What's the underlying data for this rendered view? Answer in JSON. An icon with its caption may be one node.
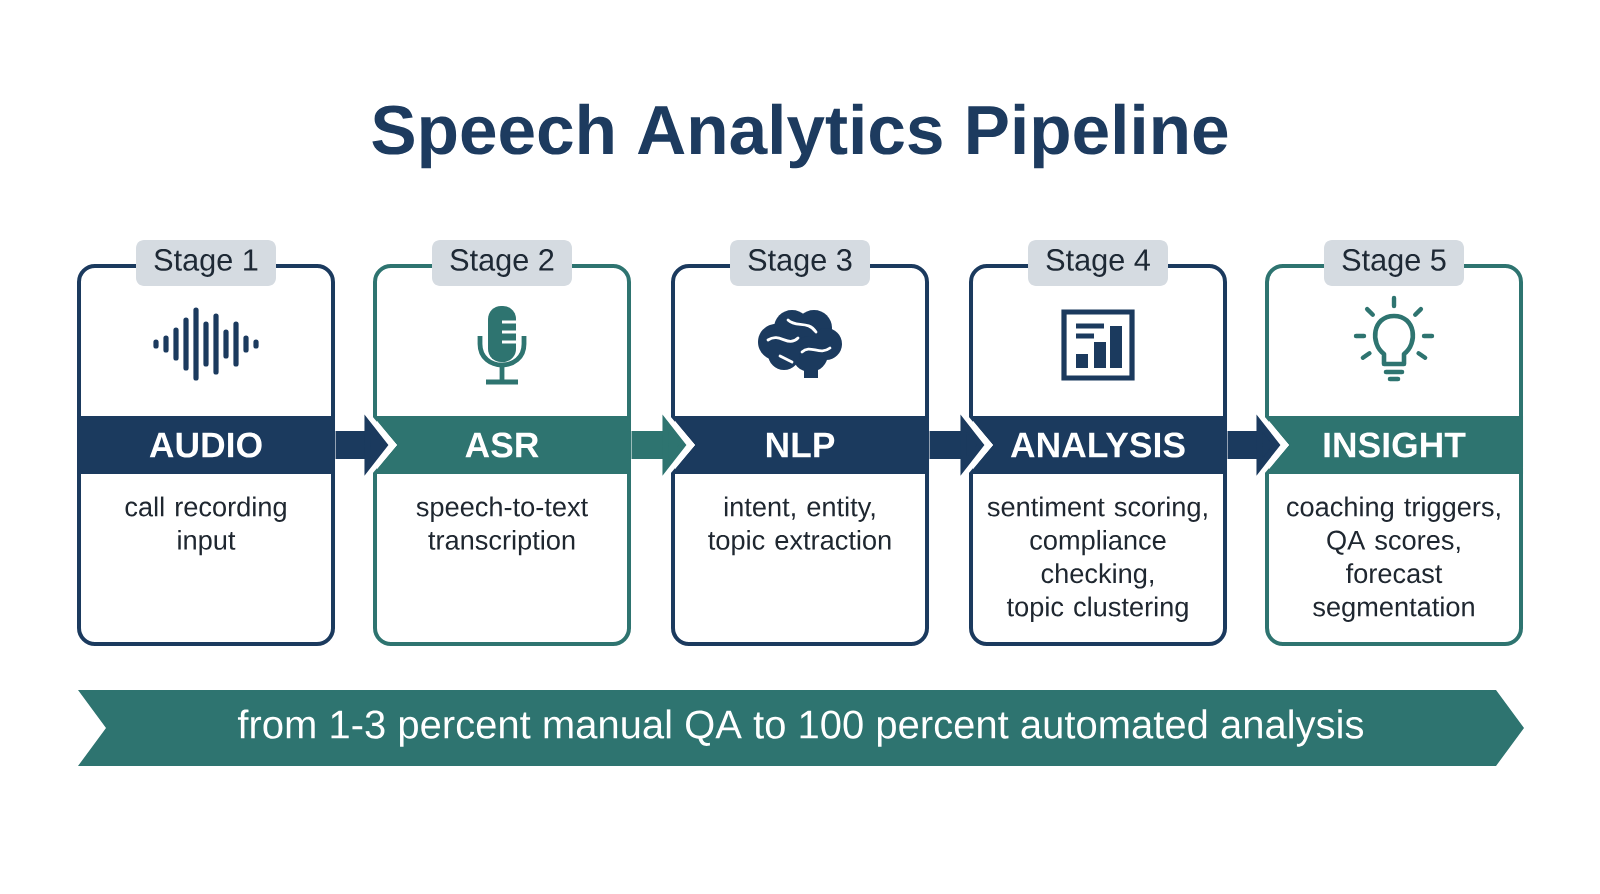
{
  "diagram": {
    "title": "Speech Analytics Pipeline",
    "nodes": [
      {
        "text": [
          "Stage 1",
          "call recording input"
        ]
      },
      {
        "text": [
          "AUDIO"
        ],
        "in": 0
      },
      {
        "text": [
          "Stage 2",
          "speech-to-text transcription"
        ]
      },
      {
        "text": [
          "ASR"
        ],
        "in": 2
      },
      {
        "text": [
          "Stage 3",
          "intent, entity, topic extraction"
        ]
      },
      {
        "text": [
          "NLP"
        ],
        "in": 4
      },
      {
        "text": [
          "Stage 4",
          "sentiment scoring, compliance checking, topic clustering"
        ]
      },
      {
        "text": [
          "ANALYSIS"
        ],
        "in": 6
      },
      {
        "text": [
          "Stage 5",
          "coaching triggers, QA scores, forecast segmentation"
        ]
      },
      {
        "text": [
          "INSIGHT"
        ],
        "in": 8
      },
      {
        "text": [
          "from 1-3 percent manual QA to 100 percent automated analysis"
        ]
      }
    ],
    "edges": [
      {
        "from": 1,
        "to": 3,
        "arrow": "to"
      },
      {
        "from": 3,
        "to": 5,
        "arrow": "to",
        "color": "#2e7470"
      },
      {
        "from": 5,
        "to": 7,
        "arrow": "to"
      },
      {
        "from": 7,
        "to": 9,
        "arrow": "to"
      }
    ]
  }
}
